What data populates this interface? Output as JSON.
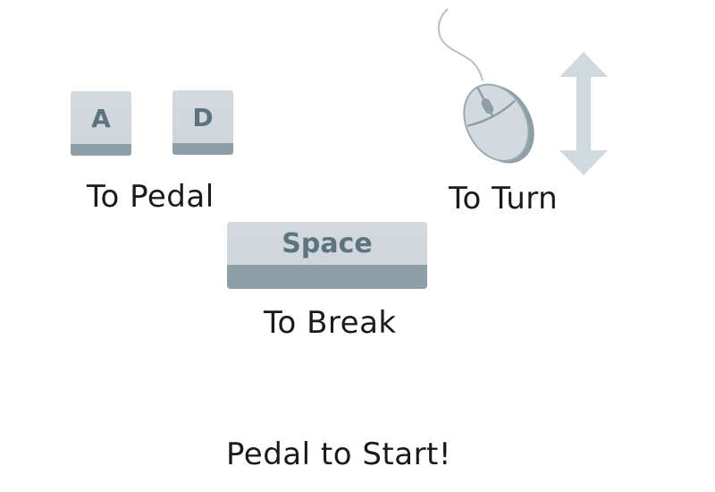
{
  "controls": {
    "pedal": {
      "keys": [
        "A",
        "D"
      ],
      "label": "To Pedal"
    },
    "turn": {
      "input_icon": "mouse-icon",
      "direction_icon": "vertical-double-arrow-icon",
      "label": "To Turn"
    },
    "brake": {
      "key": "Space",
      "label": "To Break"
    }
  },
  "prompt": {
    "text": "Pedal to Start!"
  },
  "colors": {
    "background": "#ffffff",
    "key_face": "#d3dade",
    "key_base": "#8d9ea7",
    "key_text": "#5d7480",
    "arrow": "#d0d9de",
    "label_text": "#1a1a1a"
  }
}
